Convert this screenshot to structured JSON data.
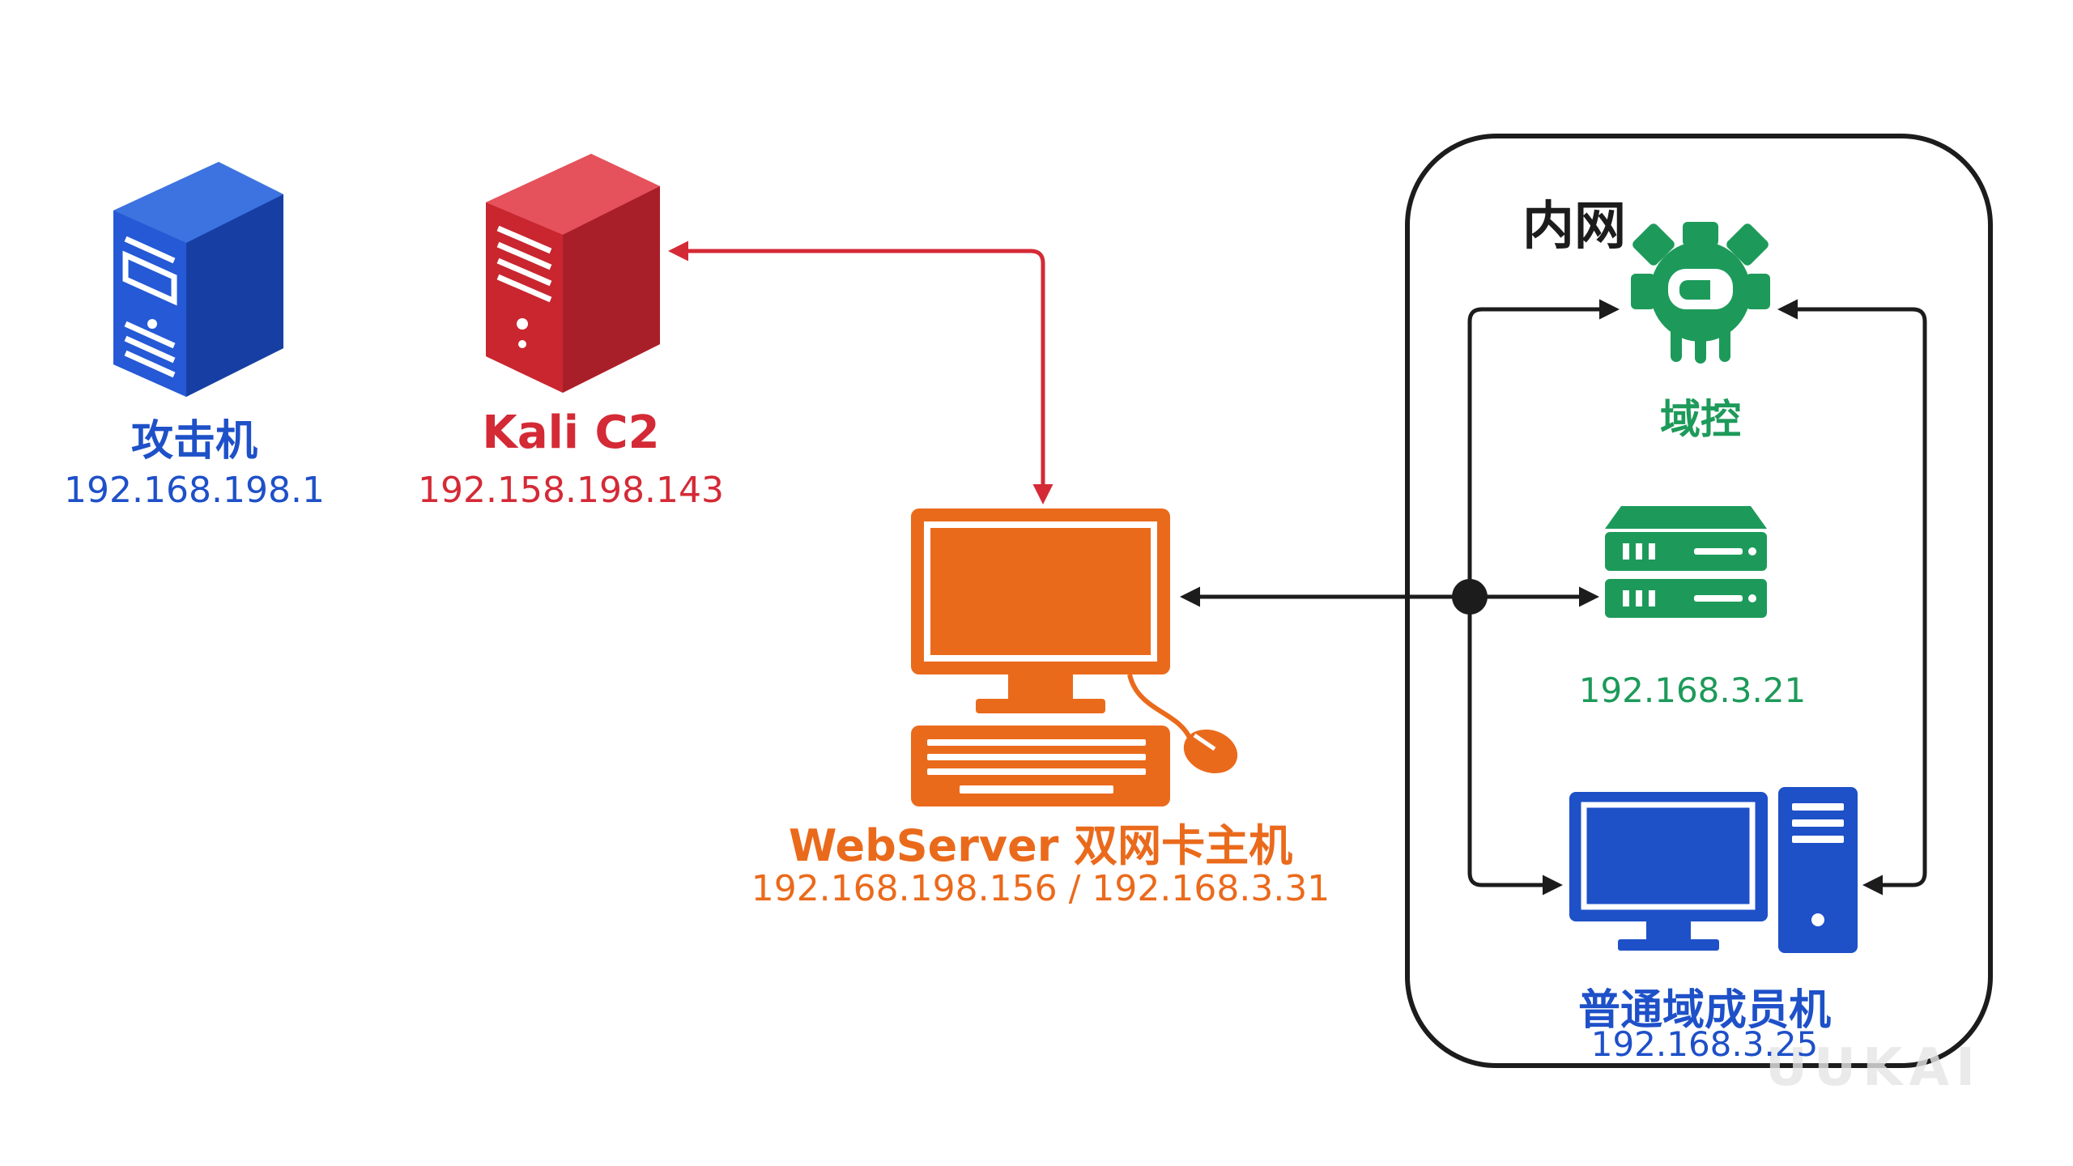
{
  "colors": {
    "attacker": "#1e50c8",
    "c2": "#d42a36",
    "webserver": "#ea6a1c",
    "intranet": "#1d9a5a",
    "member": "#1e50c8",
    "line": "#1c1c1c"
  },
  "nodes": {
    "attacker": {
      "label": "攻击机",
      "ip": "192.168.198.1",
      "icon": "tower-server-icon"
    },
    "c2": {
      "label": "Kali C2",
      "ip": "192.158.198.143",
      "icon": "tower-server-icon"
    },
    "webserver": {
      "label": "WebServer 双网卡主机",
      "ip": "192.168.198.156 / 192.168.3.31",
      "icon": "desktop-computer-icon"
    },
    "dc": {
      "label": "域控",
      "icon": "domain-controller-icon"
    },
    "server": {
      "ip": "192.168.3.21",
      "icon": "rack-server-icon"
    },
    "member": {
      "label": "普通域成员机",
      "ip": "192.168.3.25",
      "icon": "desktop-pc-icon"
    }
  },
  "intranet": {
    "title": "内网"
  },
  "watermark": {
    "text": "UUKAI"
  }
}
